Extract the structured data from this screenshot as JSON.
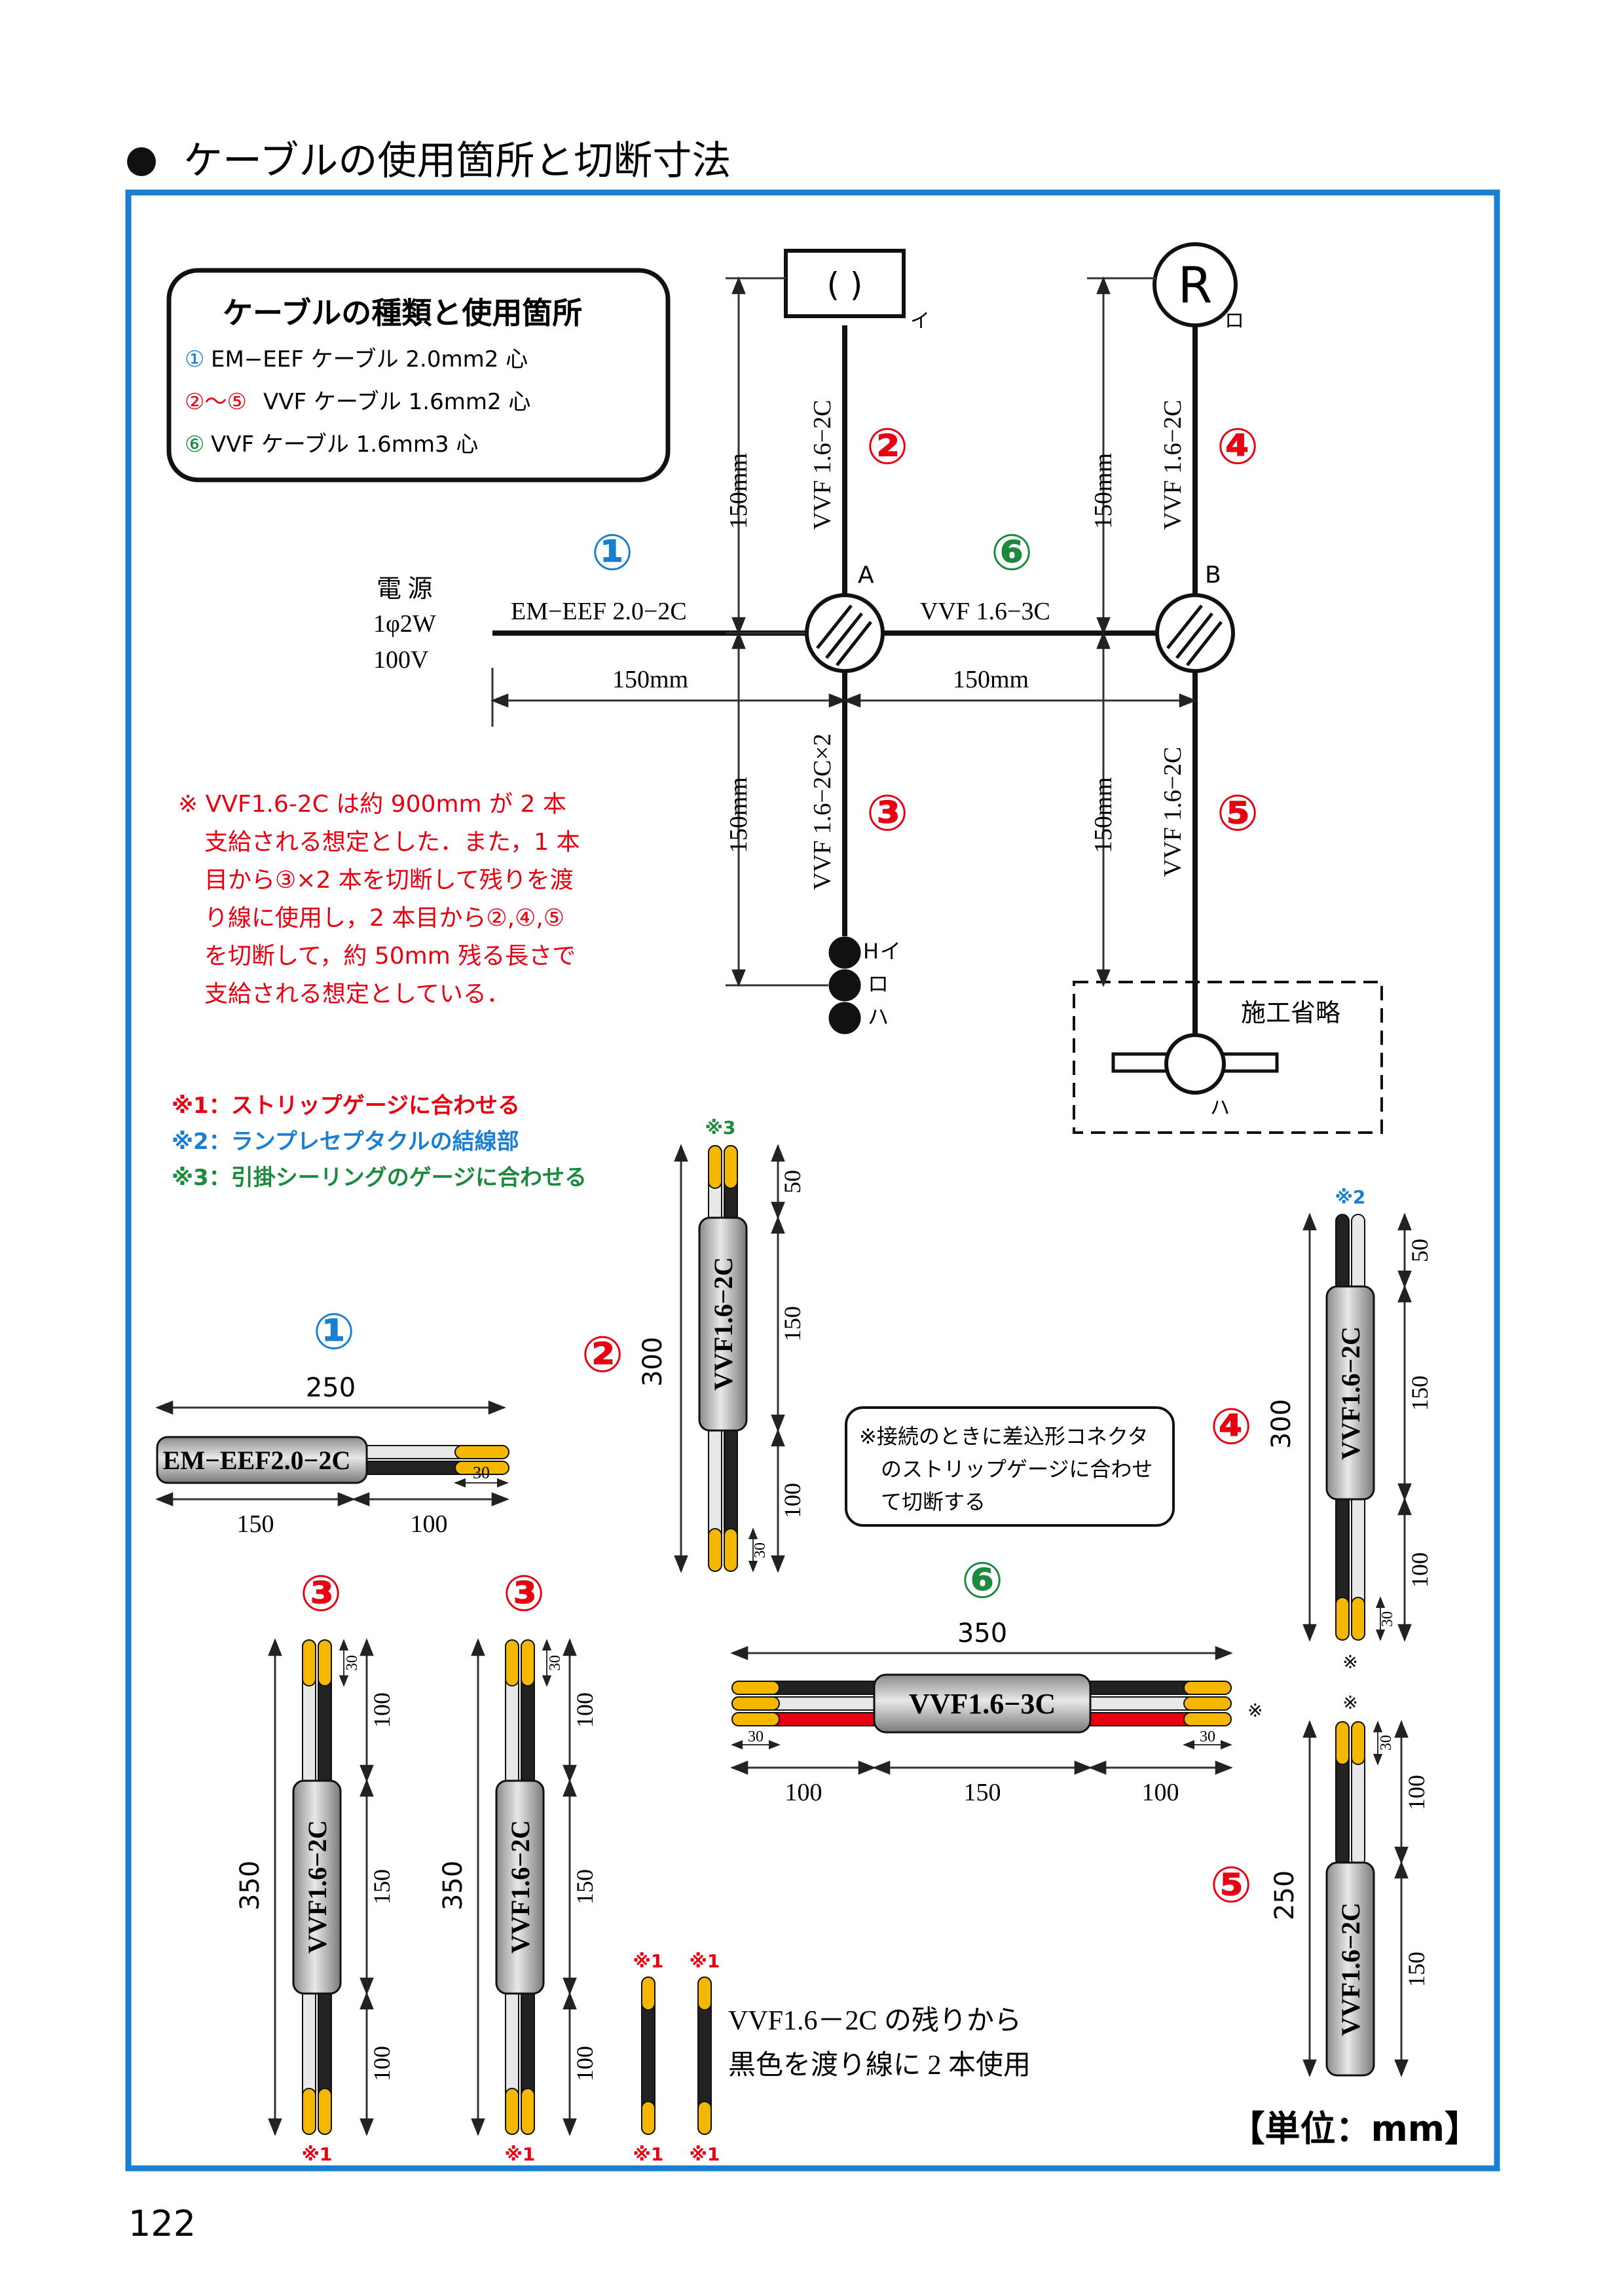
{
  "heading": "ケーブルの使用箇所と切断寸法",
  "page_number": "122",
  "legend_box": {
    "title": "ケーブルの種類と使用箇所",
    "item1_mark": "①",
    "item1_text": "EM−EEF ケーブル 2.0mm2 心",
    "item2_mark": "②〜⑤",
    "item2_text": "VVF ケーブル 1.6mm2 心",
    "item3_mark": "⑥",
    "item3_text": "VVF ケーブル 1.6mm3 心"
  },
  "wiring": {
    "power_label1": "電 源",
    "power_label2": "1φ2W",
    "power_label3": "100V",
    "cable1_label": "EM−EEF 2.0−2C",
    "cable2_label": "VVF 1.6−2C",
    "cable3_label": "VVF 1.6−2C×2",
    "cable4_label": "VVF 1.6−2C",
    "cable5_label": "VVF 1.6−2C",
    "cable6_label": "VVF 1.6−3C",
    "box_a": "A",
    "box_b": "B",
    "fixture_i_symbol": "( )",
    "fixture_i": "イ",
    "fixture_ro_symbol": "R",
    "fixture_ro": "ロ",
    "switch_h": "H",
    "switch_i": "イ",
    "switch_ro": "ロ",
    "switch_ha": "ハ",
    "omitted": "施工省略",
    "omitted_ha": "ハ",
    "dim_150": "150mm",
    "n1": "①",
    "n2": "②",
    "n3": "③",
    "n4": "④",
    "n5": "⑤",
    "n6": "⑥"
  },
  "note_red": [
    "※ VVF1.6-2C は約 900mm が 2 本",
    "支給される想定とした．また，1 本",
    "目から③×2 本を切断して残りを渡",
    "り線に使用し，2 本目から②,④,⑤",
    "を切断して，約 50mm 残る長さで",
    "支給される想定としている．"
  ],
  "notes": {
    "n1": "※1：ストリップゲージに合わせる",
    "n2": "※2：ランプレセプタクルの結線部",
    "n3": "※3：引掛シーリングのゲージに合わせる"
  },
  "connector_note": [
    "※接続のときに差込形コネクタ",
    "のストリップゲージに合わせ",
    "て切断する"
  ],
  "cables": {
    "c1_label": "EM−EEF2.0−2C",
    "c2_label": "VVF1.6−2C",
    "c3_label": "VVF1.6−2C",
    "c6_label": "VVF1.6−3C",
    "d250": "250",
    "d300": "300",
    "d350": "350",
    "d150": "150",
    "d100": "100",
    "d50": "50",
    "d30": "30",
    "mk1": "※1",
    "mk2": "※2",
    "mk3": "※3",
    "mk": "※"
  },
  "jumper_text": [
    "VVF1.6－2C の残りから",
    "黒色を渡り線に 2 本使用"
  ],
  "unit_label": "【単位：mm】",
  "colors": {
    "frame": "#1a7fd0",
    "red": "#e60012",
    "blue": "#1a7fd0",
    "green": "#1b8a3c"
  }
}
